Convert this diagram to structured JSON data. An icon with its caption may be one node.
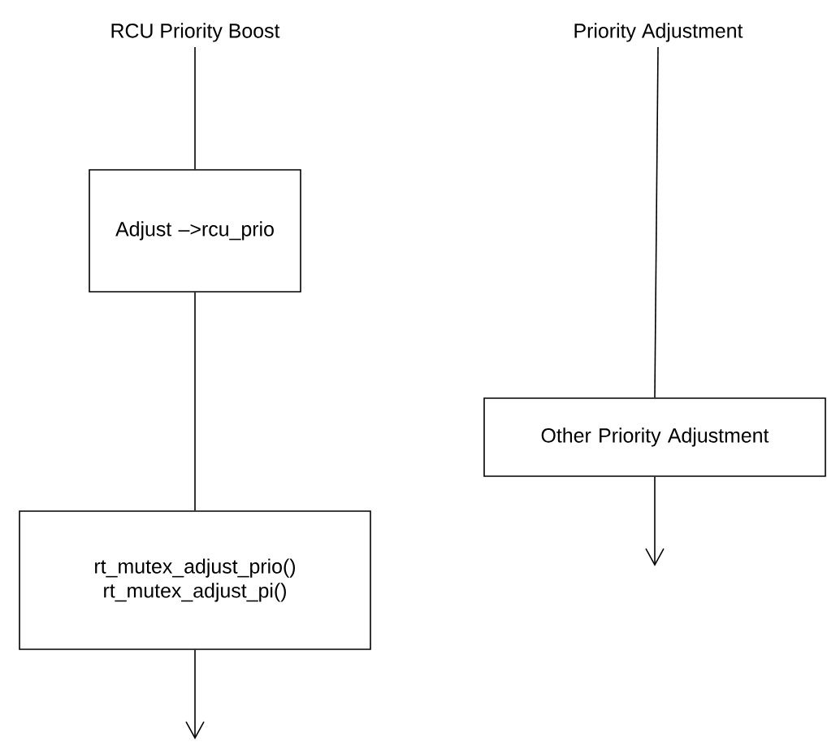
{
  "diagram": {
    "nodes": [
      {
        "text": [
          "RCU Priority Boost"
        ]
      },
      {
        "text": [
          "Adjust –>rcu_prio"
        ]
      },
      {
        "text": [
          "rt_mutex_adjust_prio()",
          "rt_mutex_adjust_pi()"
        ]
      },
      {
        "text": [
          "Priority Adjustment"
        ]
      },
      {
        "text": [
          "Other Priority Adjustment"
        ]
      }
    ],
    "edges": [
      {
        "from": 0,
        "to": 1,
        "arrow": "none"
      },
      {
        "from": 1,
        "to": 2,
        "arrow": "none"
      },
      {
        "from": 2,
        "to": null,
        "arrow": "to"
      },
      {
        "from": 3,
        "to": 4,
        "arrow": "none"
      },
      {
        "from": 4,
        "to": null,
        "arrow": "to"
      }
    ]
  }
}
